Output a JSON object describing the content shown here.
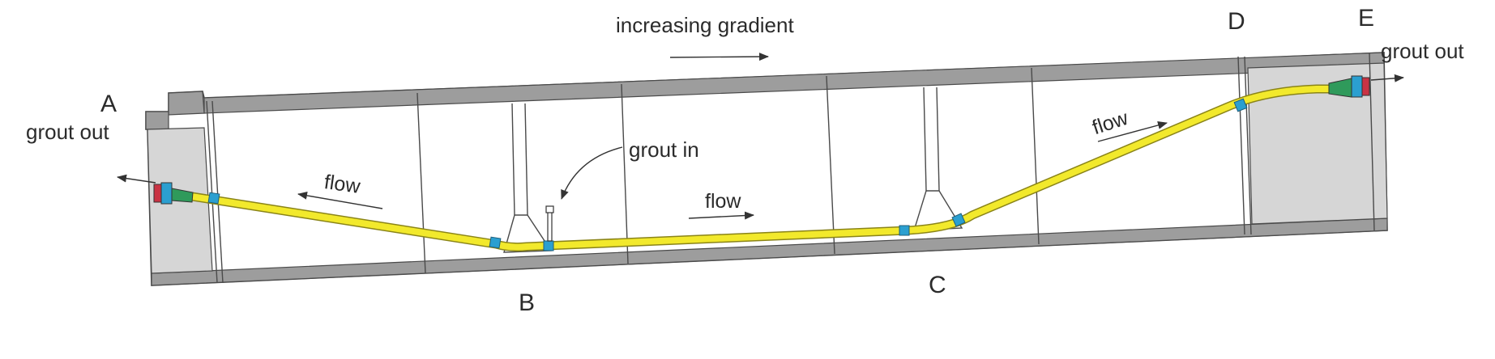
{
  "labels": {
    "gradient": "increasing gradient",
    "grout_out_left": "grout out",
    "grout_out_right": "grout out",
    "grout_in": "grout in",
    "flow_left": "flow",
    "flow_middle": "flow",
    "flow_right": "flow",
    "point_a": "A",
    "point_b": "B",
    "point_c": "C",
    "point_d": "D",
    "point_e": "E"
  },
  "colors": {
    "concrete": "#9d9d9d",
    "anchorage_fill": "#d6d6d6",
    "tendon": "#f2e92c",
    "tendon_edge": "#8a8418",
    "coupler": "#2b9fd0",
    "anchor_green": "#2f9a5b",
    "anchor_red": "#c93344",
    "line": "#4a4a4a"
  }
}
